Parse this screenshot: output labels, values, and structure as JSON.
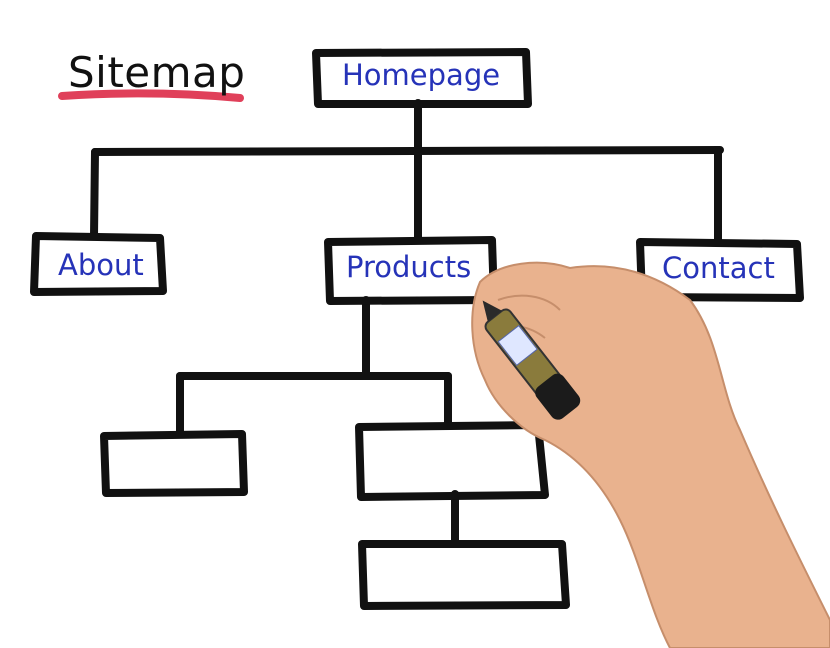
{
  "title": "Sitemap",
  "colors": {
    "ink": "#111111",
    "label": "#2633b8",
    "underline": "#e0405a",
    "skin": "#e9b28e"
  },
  "nodes": {
    "homepage": "Homepage",
    "about": "About",
    "products": "Products",
    "contact": "Contact"
  },
  "icons": {
    "hand": "hand-holding-marker-icon"
  }
}
